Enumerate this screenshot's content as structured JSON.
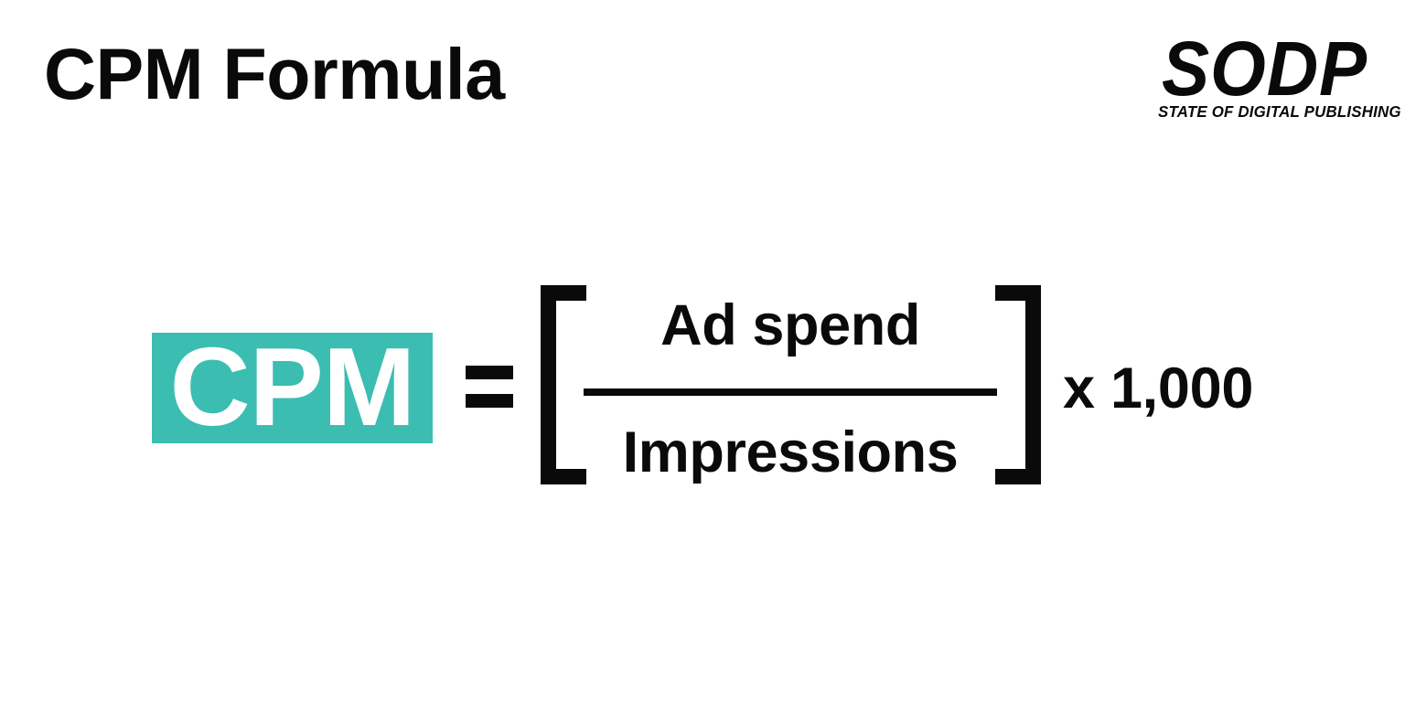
{
  "page": {
    "background_color": "#ffffff",
    "title": "CPM Formula"
  },
  "header": {
    "title": "CPM Formula",
    "logo": {
      "wordmark": "SODP",
      "tagline": "STATE OF DIGITAL PUBLISHING"
    }
  },
  "formula": {
    "result_label": "CPM",
    "result_badge_color": "#3cbdb1",
    "result_text_color": "#ffffff",
    "equals_symbol": "=",
    "bracket_open": "[",
    "bracket_close": "]",
    "numerator": "Ad spend",
    "denominator": "Impressions",
    "multiplier": "x 1,000",
    "expression": "CPM = [ Ad spend / Impressions ] x 1,000"
  }
}
